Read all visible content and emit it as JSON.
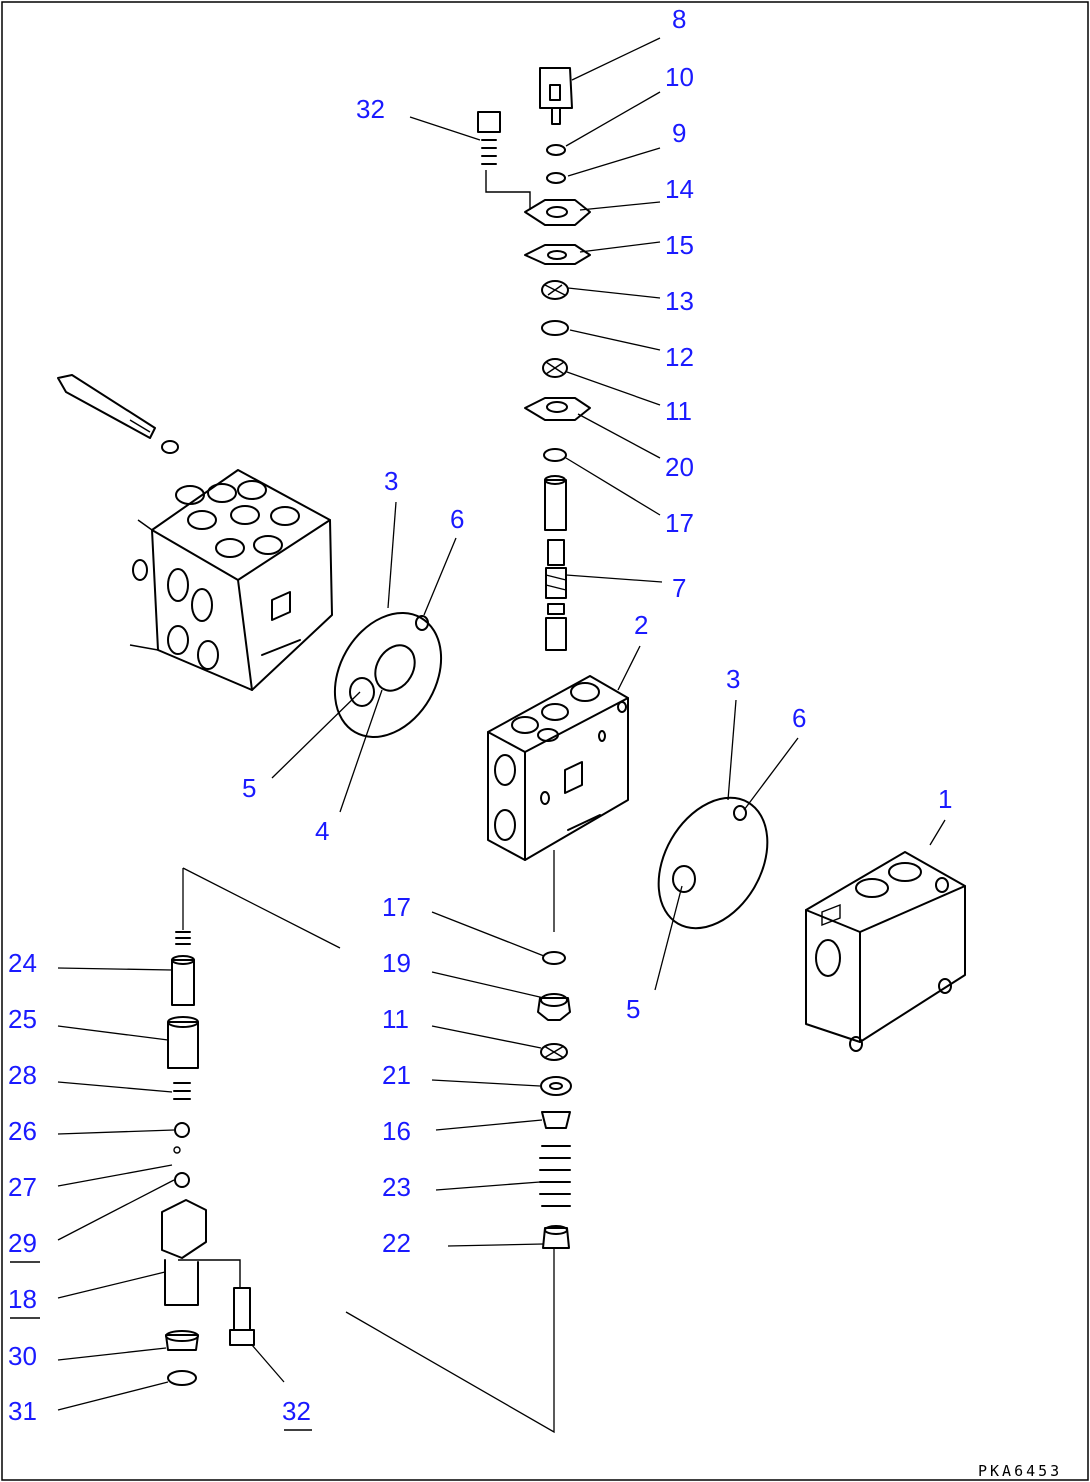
{
  "drawing_code": "PKA6453",
  "callouts": {
    "c8": "8",
    "c10": "10",
    "c9": "9",
    "c32a": "32",
    "c14": "14",
    "c15": "15",
    "c13": "13",
    "c12": "12",
    "c11a": "11",
    "c20": "20",
    "c17a": "17",
    "c7": "7",
    "c3a": "3",
    "c6a": "6",
    "c5a": "5",
    "c4": "4",
    "c2": "2",
    "c3b": "3",
    "c6b": "6",
    "c1": "1",
    "c5b": "5",
    "c17b": "17",
    "c19": "19",
    "c11b": "11",
    "c21": "21",
    "c16": "16",
    "c23": "23",
    "c22": "22",
    "c24": "24",
    "c25": "25",
    "c28": "28",
    "c26": "26",
    "c27": "27",
    "c29": "29",
    "c18": "18",
    "c30": "30",
    "c31": "31",
    "c32b": "32"
  }
}
